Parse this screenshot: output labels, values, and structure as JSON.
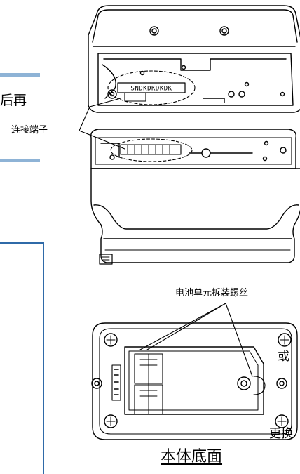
{
  "labels": {
    "top_fragment": "后再",
    "terminal": "连接端子",
    "screw": "电池单元拆装螺丝",
    "or_fragment": "或",
    "replace_fragment": "更换",
    "caption": "本体底面"
  },
  "terminal_stamp": "SNDKDKDKDK"
}
